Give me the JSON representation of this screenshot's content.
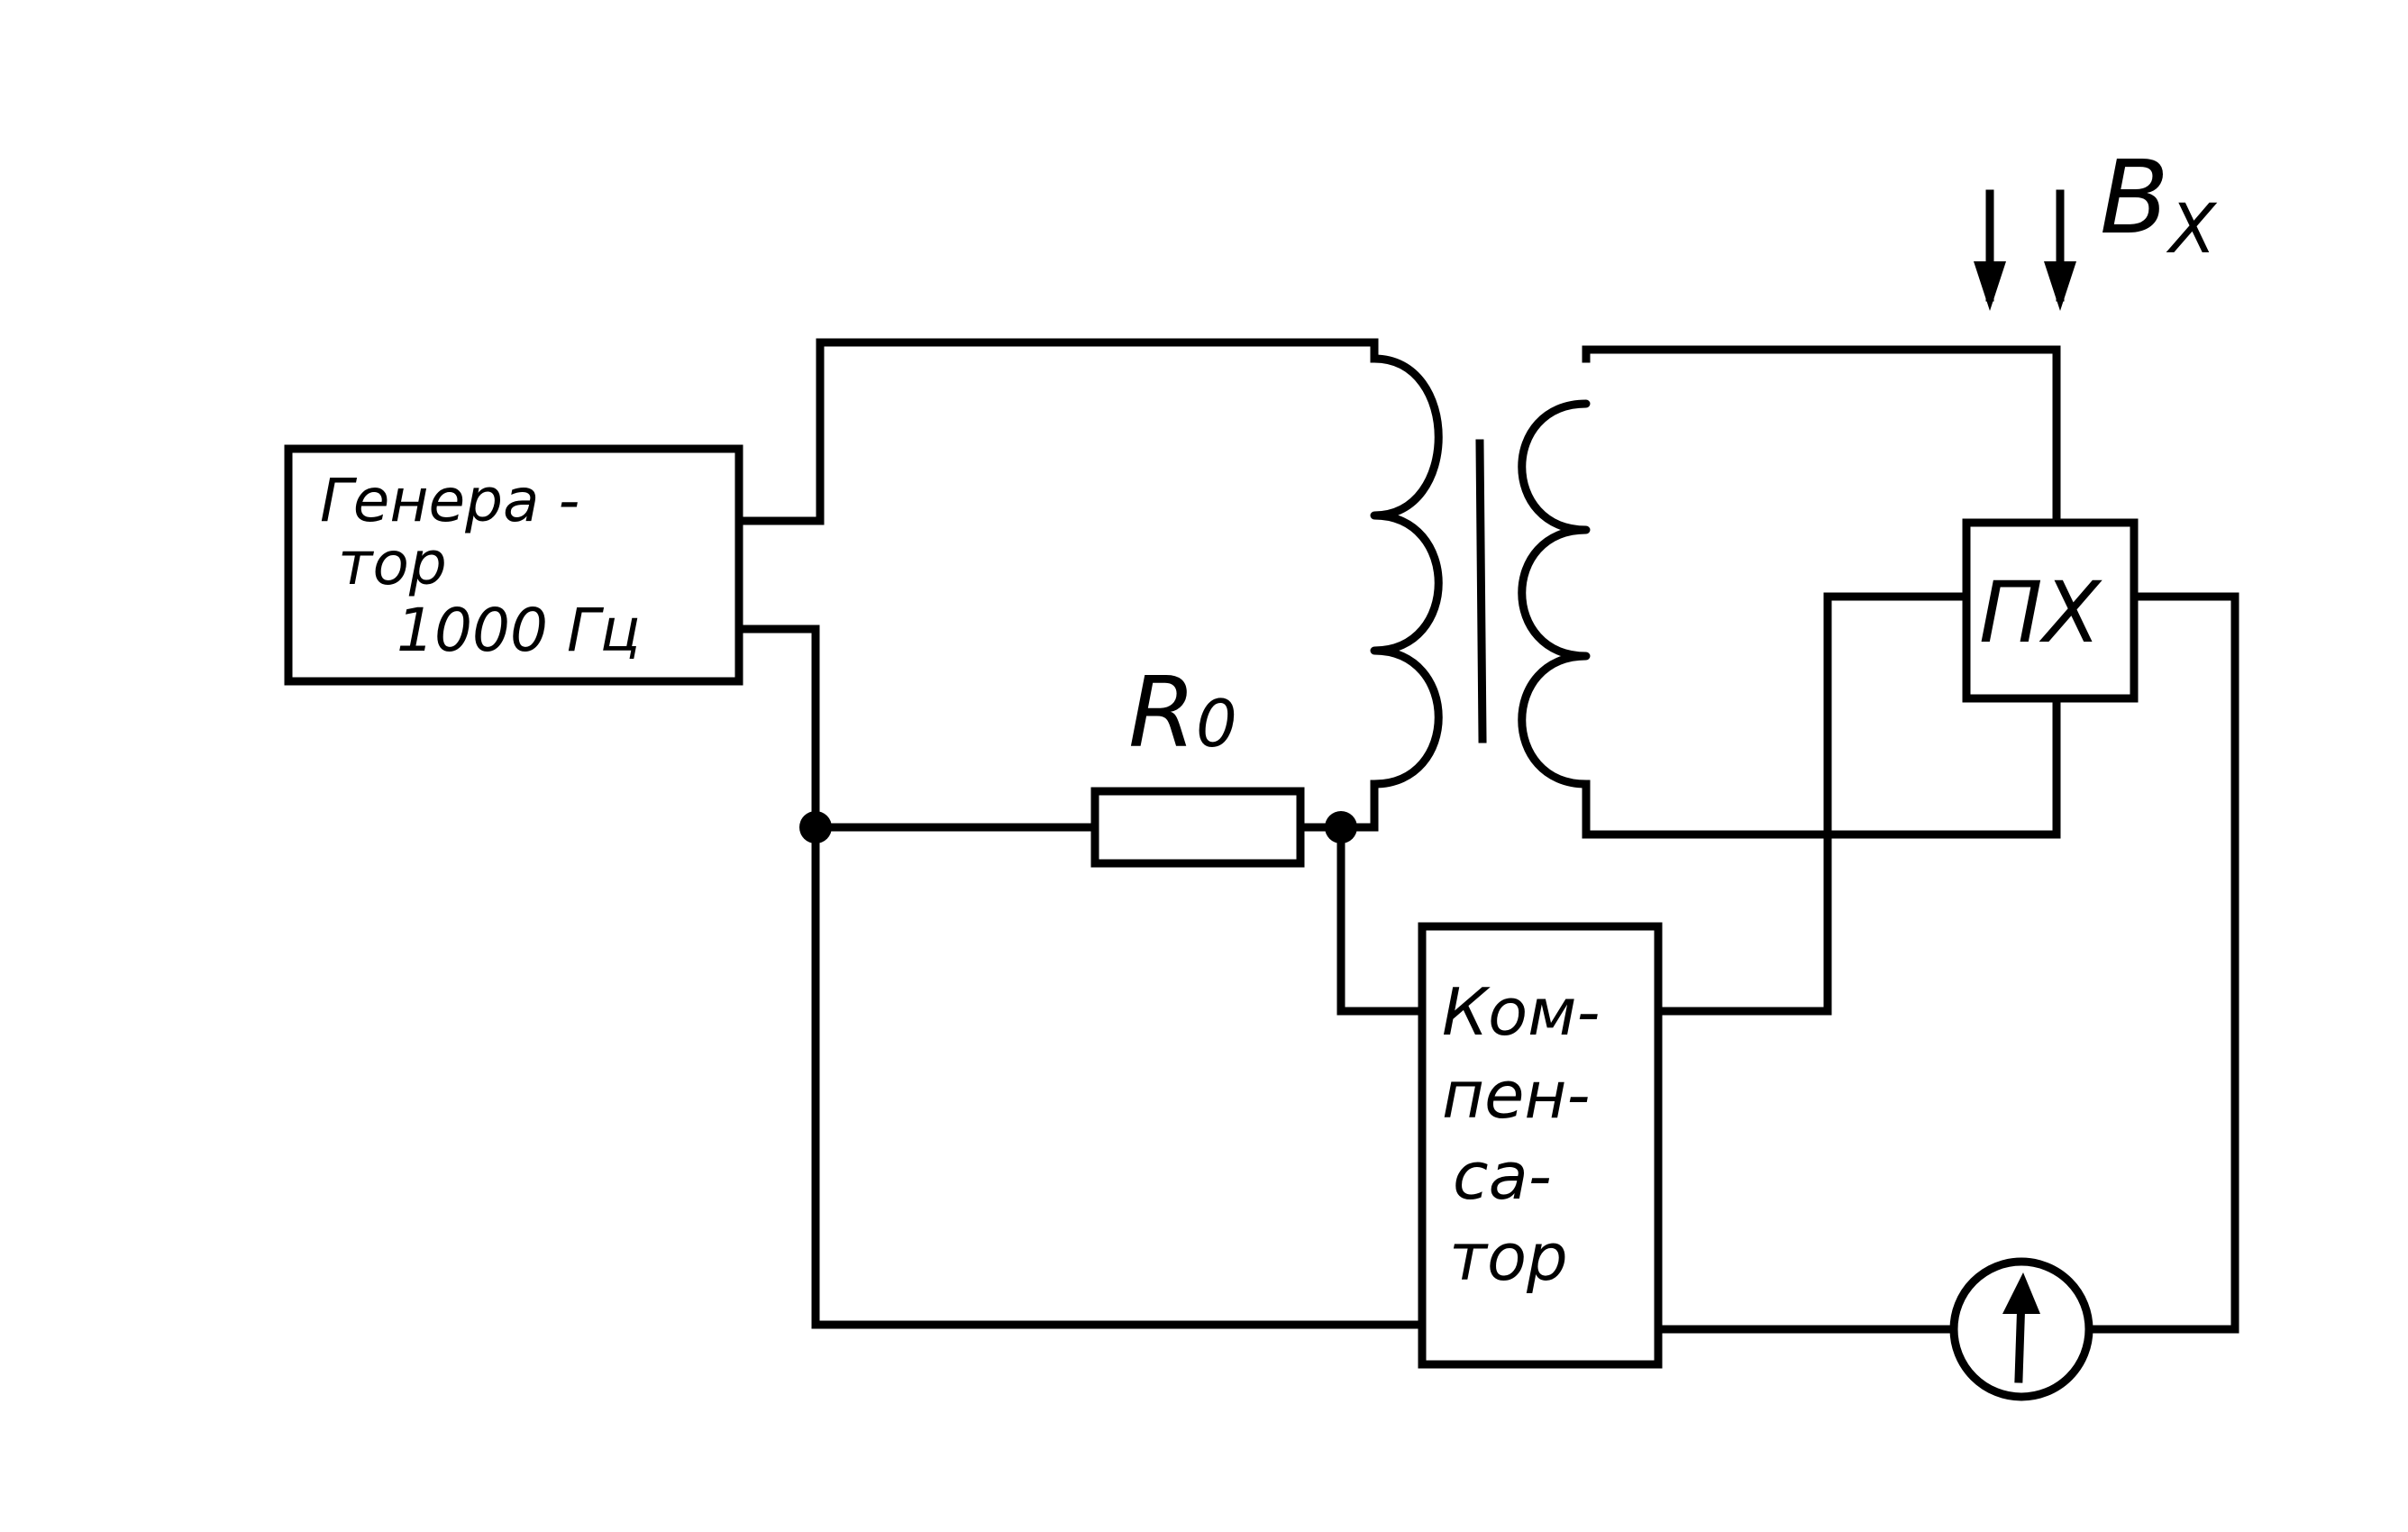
{
  "blocks": {
    "generator": {
      "lines": [
        "Генера -",
        "тор",
        "1000 Гц"
      ]
    },
    "compensator": {
      "lines": [
        "Ком-",
        "пен-",
        "са-",
        "тор"
      ]
    },
    "converter": {
      "label": "ПХ"
    }
  },
  "labels": {
    "resistor": "R",
    "resistor_subscript": "0",
    "field": "B",
    "field_subscript": "X"
  },
  "meter": {
    "icon": "galvanometer-icon"
  }
}
